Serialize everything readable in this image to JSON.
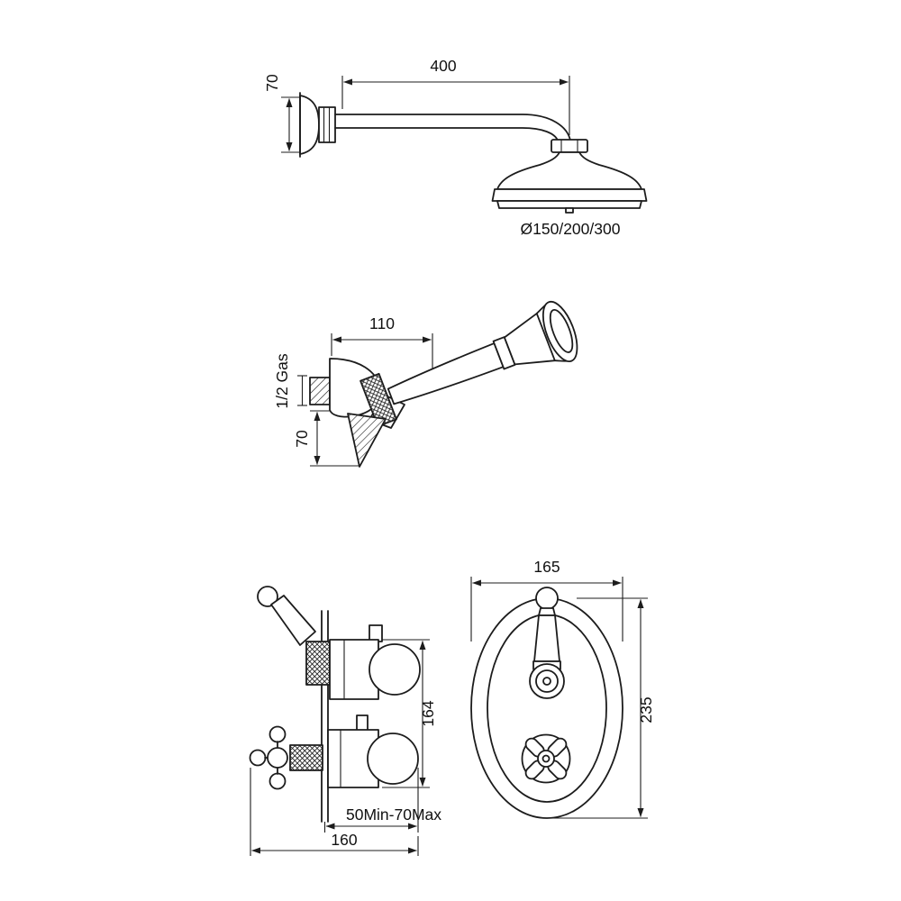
{
  "page": {
    "background": "#ffffff",
    "line_color": "#1c1c1c"
  },
  "views": {
    "overhead_shower": {
      "dims": {
        "arm_length": "400",
        "flange_height": "70",
        "head_diameter": "Ø150/200/300"
      }
    },
    "hand_shower": {
      "dims": {
        "bracket_projection": "110",
        "thread_size": "1/2 Gas",
        "drop": "70"
      }
    },
    "valve_side": {
      "dims": {
        "height": "164",
        "recess_depth": "50Min-70Max",
        "width": "160"
      }
    },
    "valve_front": {
      "dims": {
        "plate_width": "165",
        "plate_height": "235"
      }
    }
  }
}
